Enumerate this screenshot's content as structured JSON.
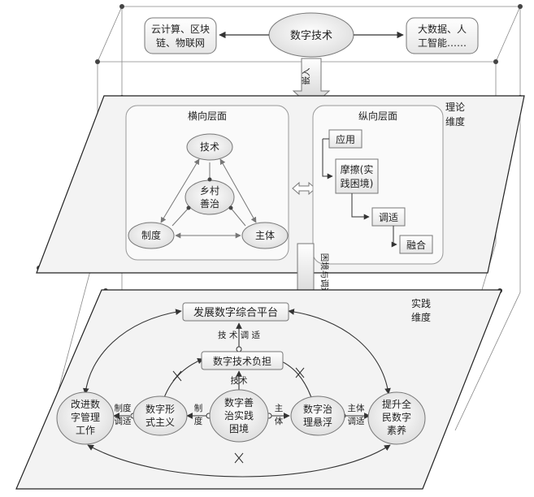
{
  "top": {
    "center": "数字技术",
    "left_line1": "云计算、区块",
    "left_line2": "链、物联网",
    "right_line1": "大数据、人",
    "right_line2": "工智能……"
  },
  "embed_label": "嵌入",
  "theory": {
    "dim_line1": "理论",
    "dim_line2": "维度",
    "horizontal": {
      "title": "横向层面",
      "tech": "技术",
      "center_line1": "乡村",
      "center_line2": "善治",
      "system": "制度",
      "subject": "主体"
    },
    "vertical": {
      "title": "纵向层面",
      "apply": "应用",
      "friction_line1": "摩擦(实",
      "friction_line2": "践困境)",
      "adjust": "调适",
      "fuse": "融合"
    }
  },
  "middle_label": "困境与调适",
  "practice": {
    "dim_line1": "实践",
    "dim_line2": "维度",
    "platform": "发展数字综合平台",
    "tech_adjust": "技 术 调 适",
    "burden": "数字技术负担",
    "tech": "技术",
    "formalism_line1": "数字形",
    "formalism_line2": "式主义",
    "core_line1": "数字善",
    "core_line2": "治实践",
    "core_line3": "困境",
    "suspend_line1": "数字治",
    "suspend_line2": "理悬浮",
    "improve_line1": "改进数",
    "improve_line2": "字管理",
    "improve_line3": "工作",
    "promote_line1": "提升全",
    "promote_line2": "民数字",
    "promote_line3": "素养",
    "sys_adjust_line1": "制度",
    "sys_adjust_line2": "调适",
    "sys_line1": "制",
    "sys_line2": "度",
    "subj_line1": "主",
    "subj_line2": "体",
    "subj_adjust_line1": "主体",
    "subj_adjust_line2": "调适"
  }
}
